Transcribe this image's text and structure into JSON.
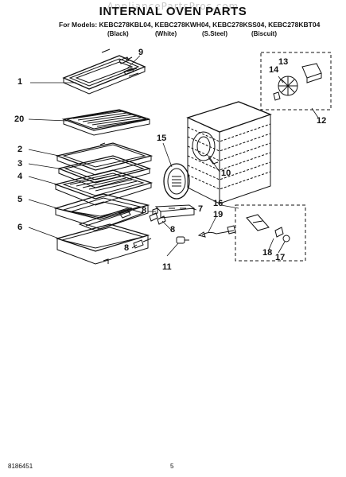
{
  "watermark": "AppliancePartsPros.com",
  "title": "INTERNAL OVEN PARTS",
  "models_line": "For Models: KEBC278KBL04, KEBC278KWH04, KEBC278KSS04, KEBC278KBT04",
  "finishes": [
    "(Black)",
    "(White)",
    "(S.Steel)",
    "(Biscuit)"
  ],
  "callouts": [
    "1",
    "2",
    "3",
    "4",
    "5",
    "6",
    "20",
    "9",
    "15",
    "13",
    "14",
    "12",
    "10",
    "7",
    "8",
    "8",
    "8",
    "11",
    "16",
    "19",
    "18",
    "17"
  ],
  "footer": {
    "doc_number": "8186451",
    "page": "5"
  }
}
